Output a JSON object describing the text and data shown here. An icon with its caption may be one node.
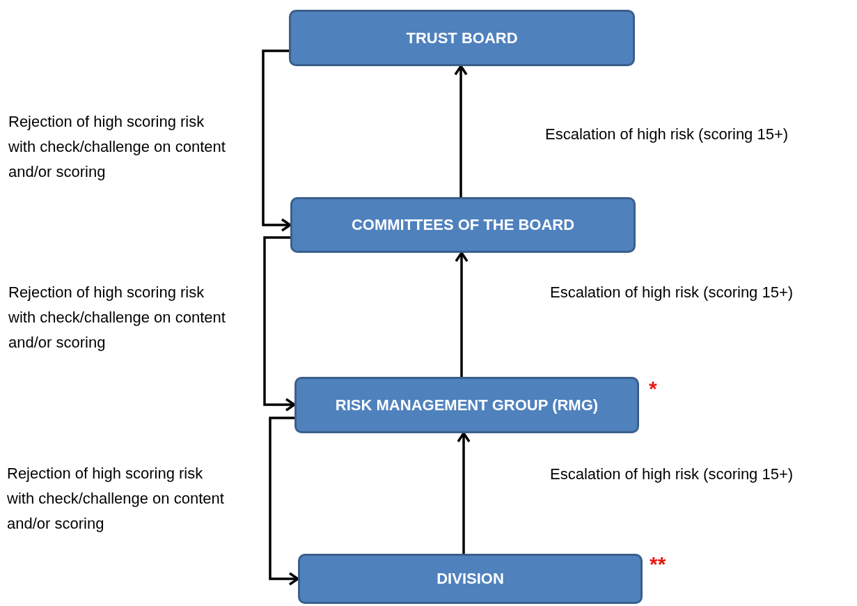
{
  "diagram": {
    "nodes": [
      {
        "text": [
          "TRUST BOARD"
        ]
      },
      {
        "text": [
          "COMMITTEES OF THE BOARD"
        ]
      },
      {
        "text": [
          "RISK MANAGEMENT GROUP (RMG)"
        ],
        "beside": [
          "*"
        ]
      },
      {
        "text": [
          "DIVISION"
        ],
        "beside": [
          "**"
        ]
      }
    ],
    "edges": [
      {
        "from": 1,
        "to": 0,
        "arrow": "to"
      },
      {
        "from": 0,
        "to": 1,
        "arrow": "to",
        "label": "Rejection of high scoring risk with check/challenge on content and/or scoring"
      },
      {
        "from": 2,
        "to": 1,
        "arrow": "to"
      },
      {
        "from": 1,
        "to": 2,
        "arrow": "to",
        "label": "Rejection of high scoring risk with check/challenge on content and/or scoring"
      },
      {
        "from": 3,
        "to": 2,
        "arrow": "to"
      },
      {
        "from": 2,
        "to": 3,
        "arrow": "to",
        "label": "Rejection of high scoring risk with check/challenge on content and/or scoring"
      }
    ],
    "labels": [
      "Escalation of high risk (scoring 15+)",
      "Escalation of high risk (scoring 15+)",
      "Escalation of high risk (scoring 15+)"
    ]
  }
}
